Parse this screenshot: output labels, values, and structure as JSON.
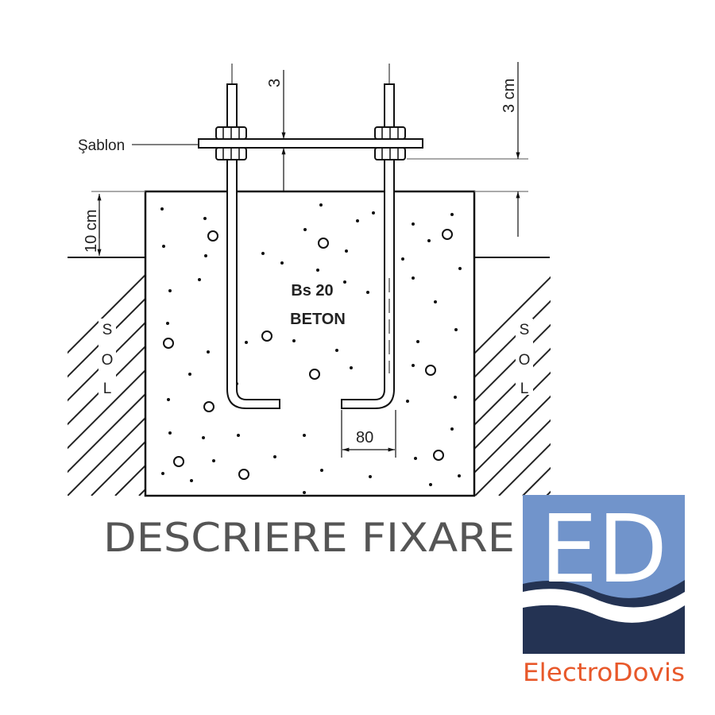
{
  "labels": {
    "template": "Şablon",
    "dim_top": "3",
    "dim_right": "3 cm",
    "dim_left": "10 cm",
    "dim_hook": "80",
    "concrete_grade": "Bs 20",
    "concrete": "BETON",
    "soil_left": [
      "S",
      "O",
      "L"
    ],
    "soil_right": [
      "S",
      "O",
      "L"
    ]
  },
  "title": "DESCRIERE FIXARE",
  "logo": {
    "monogram": "ED",
    "brand": "ElectroDovis",
    "colors": {
      "light": "#7194cb",
      "dark": "#243353",
      "brand_text": "#e8582a"
    }
  }
}
